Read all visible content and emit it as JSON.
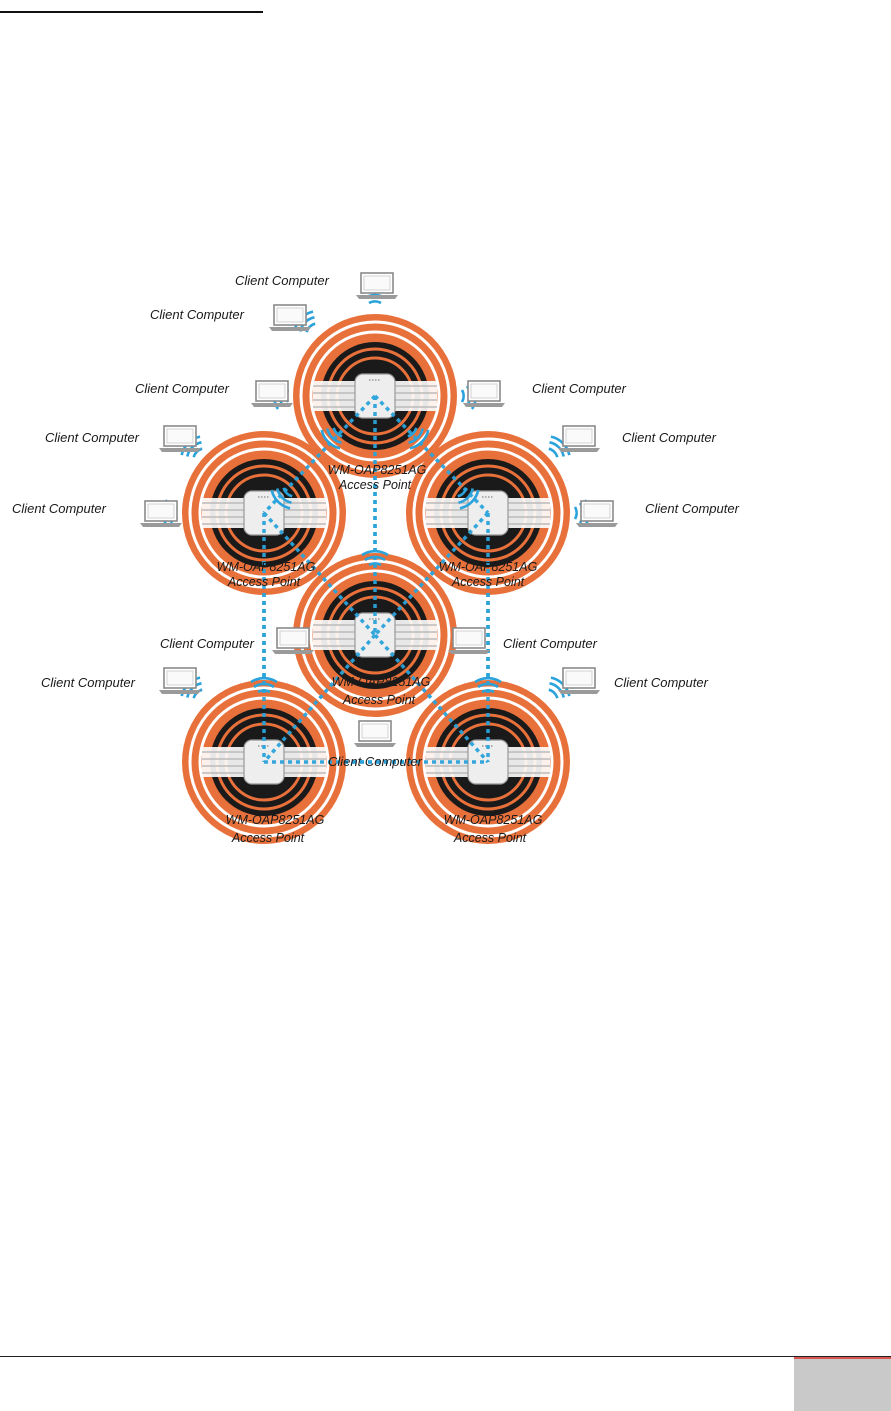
{
  "diagram": {
    "client_label": "Client Computer",
    "ap_model": "WM-OAP8251AG",
    "ap_type": "Access Point",
    "colors": {
      "ring": "#e8703a",
      "core": "#1a1a1a",
      "link": "#2aa3dc",
      "laptop": "#8a8a8a"
    }
  }
}
